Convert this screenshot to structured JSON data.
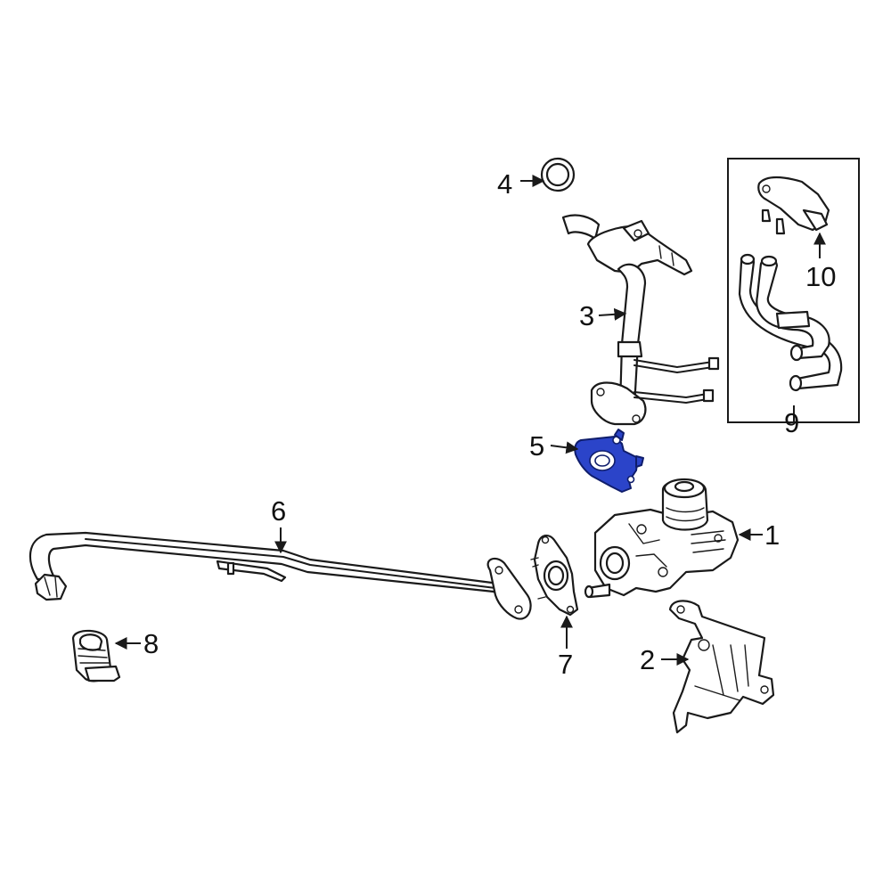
{
  "diagram": {
    "highlight_color": "#2b44c9",
    "line_color": "#1a1a1a",
    "background": "#ffffff",
    "callouts": [
      {
        "id": "c1",
        "label": "1"
      },
      {
        "id": "c2",
        "label": "2"
      },
      {
        "id": "c3",
        "label": "3"
      },
      {
        "id": "c4",
        "label": "4"
      },
      {
        "id": "c5",
        "label": "5"
      },
      {
        "id": "c6",
        "label": "6"
      },
      {
        "id": "c7",
        "label": "7"
      },
      {
        "id": "c8",
        "label": "8"
      },
      {
        "id": "c9",
        "label": "9"
      },
      {
        "id": "c10",
        "label": "10"
      }
    ],
    "highlighted_part": "5"
  }
}
